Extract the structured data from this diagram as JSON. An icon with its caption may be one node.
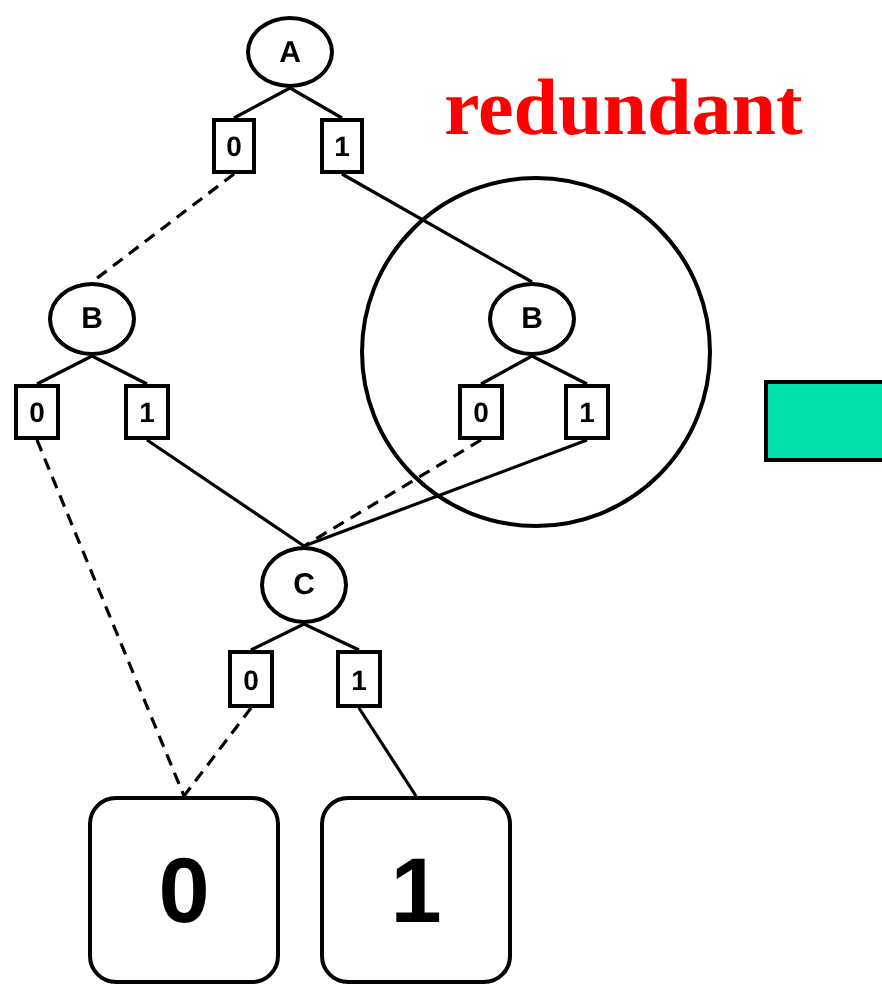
{
  "diagram": {
    "nodes": [
      {
        "text": [
          "A"
        ]
      },
      {
        "text": [
          "0"
        ]
      },
      {
        "text": [
          "1"
        ]
      },
      {
        "text": [
          "B"
        ]
      },
      {
        "text": [],
        "shape": "circle"
      },
      {
        "text": [
          "B"
        ],
        "in": 4
      },
      {
        "text": [
          "0"
        ]
      },
      {
        "text": [
          "1"
        ]
      },
      {
        "text": [
          "0"
        ],
        "in": 4
      },
      {
        "text": [
          "1"
        ],
        "in": 4
      },
      {
        "text": [],
        "shape": "box"
      },
      {
        "text": [
          "C"
        ]
      },
      {
        "text": [
          "0"
        ]
      },
      {
        "text": [
          "1"
        ]
      },
      {
        "text": [
          "0"
        ]
      },
      {
        "text": [
          "1"
        ]
      }
    ],
    "edges": [
      {
        "from": 0,
        "to": 1,
        "arrow": "none"
      },
      {
        "from": 0,
        "to": 2,
        "arrow": "none"
      },
      {
        "from": 1,
        "to": 3,
        "arrow": "none",
        "style": "dashed"
      },
      {
        "from": 2,
        "to": 5,
        "arrow": "none"
      },
      {
        "from": 3,
        "to": 6,
        "arrow": "none"
      },
      {
        "from": 3,
        "to": 7,
        "arrow": "none"
      },
      {
        "from": 5,
        "to": 8,
        "arrow": "none"
      },
      {
        "from": 5,
        "to": 9,
        "arrow": "none"
      },
      {
        "from": 6,
        "to": 14,
        "arrow": "none",
        "style": "dashed"
      },
      {
        "from": 7,
        "to": 11,
        "arrow": "none"
      },
      {
        "from": 8,
        "to": 11,
        "arrow": "none",
        "style": "dashed"
      },
      {
        "from": 9,
        "to": 11,
        "arrow": "none"
      },
      {
        "from": 11,
        "to": 12,
        "arrow": "none"
      },
      {
        "from": 11,
        "to": 13,
        "arrow": "none"
      },
      {
        "from": 12,
        "to": 14,
        "arrow": "none",
        "style": "dashed"
      },
      {
        "from": 13,
        "to": 15,
        "arrow": "none"
      }
    ],
    "labels": [
      "redundant"
    ]
  }
}
